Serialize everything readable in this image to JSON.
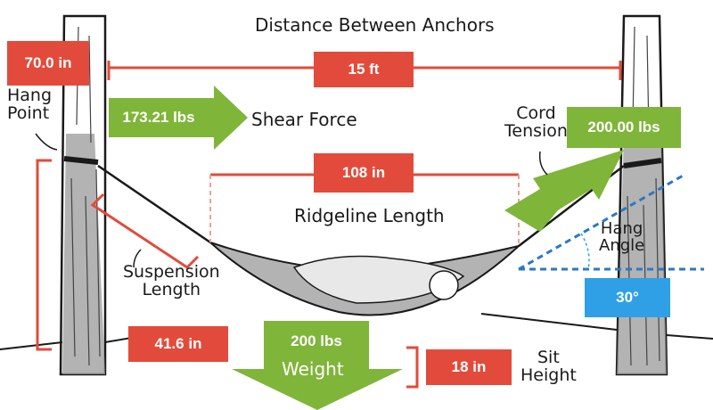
{
  "colors": {
    "red": "#e24b3b",
    "green": "#7fb539",
    "blue": "#2fa0e6",
    "line": "#1a1a1a",
    "dashed_blue": "#2a78c8"
  },
  "labels": {
    "distance_between_anchors": "Distance Between Anchors",
    "hang_point": [
      "Hang",
      "Point"
    ],
    "shear_force": "Shear Force",
    "cord_tension": [
      "Cord",
      "Tension"
    ],
    "ridgeline_length": "Ridgeline Length",
    "hang_angle": [
      "Hang",
      "Angle"
    ],
    "suspension_length": [
      "Suspension",
      "Length"
    ],
    "weight": "Weight",
    "sit_height": [
      "Sit",
      "Height"
    ]
  },
  "values": {
    "hang_point_height": "70.0 in",
    "distance": "15 ft",
    "shear_force": "173.21 lbs",
    "cord_tension": "200.00 lbs",
    "ridgeline": "108 in",
    "hang_angle": "30°",
    "suspension_length": "41.6 in",
    "weight": "200 lbs",
    "sit_height": "18 in"
  }
}
